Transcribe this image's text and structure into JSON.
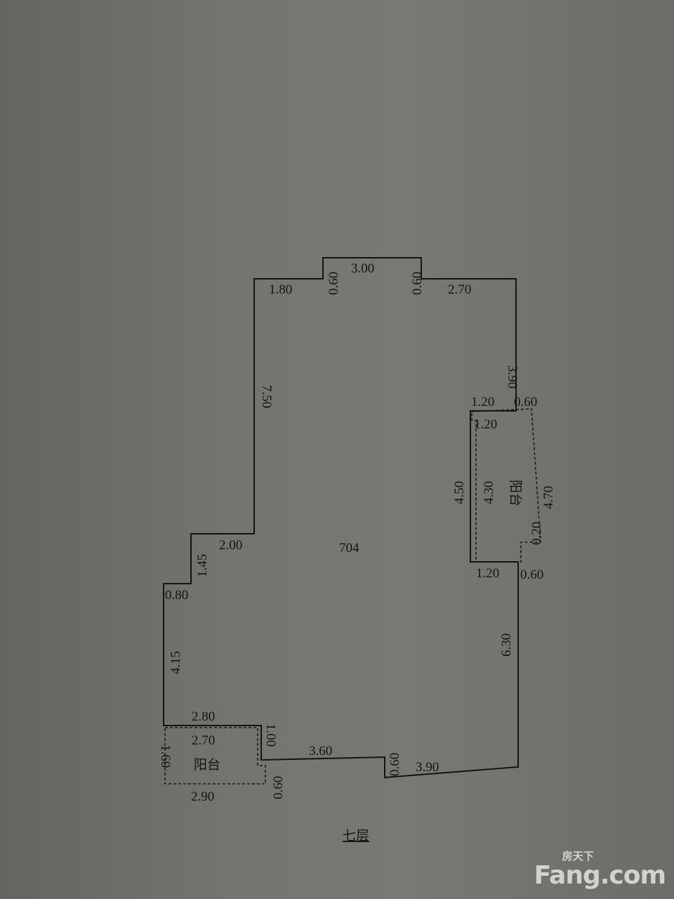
{
  "plan": {
    "unit_number": "704",
    "floor_title": "七层",
    "balcony_label": "阳台",
    "dimensions": [
      "1.80",
      "0.60",
      "3.00",
      "0.60",
      "2.70",
      "3.90",
      "7.50",
      "1.20",
      "0.60",
      "1.20",
      "4.50",
      "4.30",
      "4.70",
      "0.20",
      "1.20",
      "0.60",
      "2.00",
      "1.45",
      "0.80",
      "4.15",
      "6.30",
      "2.80",
      "2.70",
      "1.00",
      "3.60",
      "0.60",
      "3.90",
      "1.60",
      "0.60",
      "2.90"
    ]
  },
  "watermark": {
    "brand_cn": "房天下",
    "brand_en": "Fang.com"
  }
}
